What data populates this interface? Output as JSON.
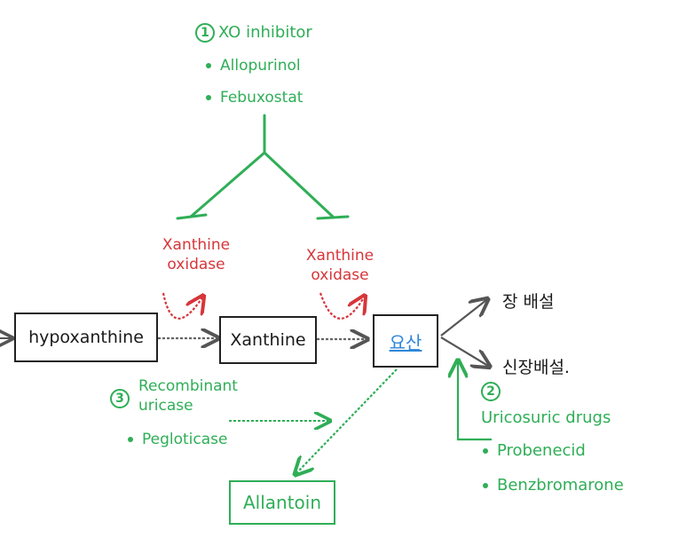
{
  "xo_inhibitor": {
    "number": "1",
    "title": "XO inhibitor",
    "drugs": [
      "Allopurinol",
      "Febuxostat"
    ]
  },
  "enzyme_labels": [
    {
      "line1": "Xanthine",
      "line2": "oxidase"
    },
    {
      "line1": "Xanthine",
      "line2": "oxidase"
    }
  ],
  "pathway": {
    "hypoxanthine": "hypoxanthine",
    "xanthine": "Xanthine",
    "uric_acid": "요산",
    "allantoin": "Allantoin"
  },
  "excretion": {
    "gut": "장 배설",
    "renal": "신장배설."
  },
  "uricosuric": {
    "number": "2",
    "title": "Uricosuric drugs",
    "drugs": [
      "Probenecid",
      "Benzbromarone"
    ]
  },
  "uricase": {
    "number": "3",
    "title_line1": "Recombinant",
    "title_line2": "uricase",
    "drugs": [
      "Pegloticase"
    ]
  },
  "colors": {
    "green": "#2fae57",
    "red": "#d6363a",
    "black": "#1a1a1a",
    "blue": "#2d86d9"
  }
}
